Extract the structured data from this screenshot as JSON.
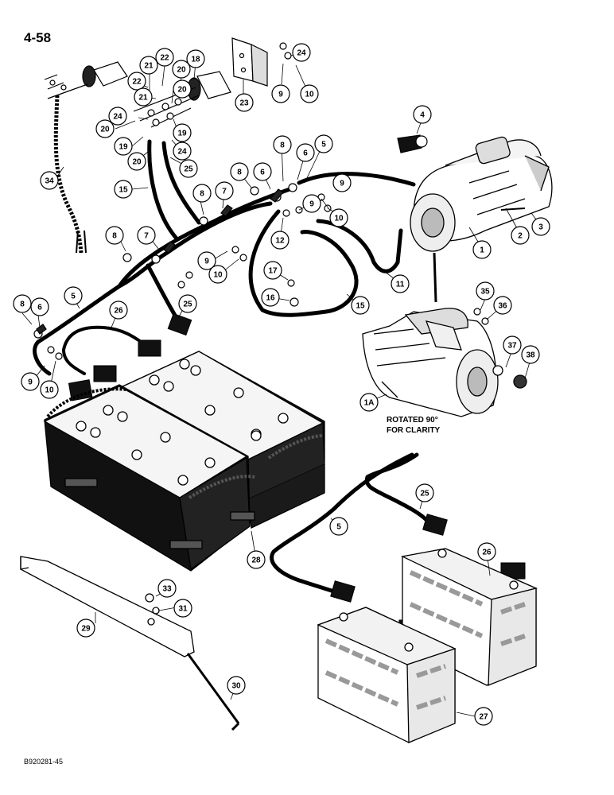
{
  "page": {
    "number": "4-58",
    "figure_code": "B920281-45"
  },
  "note": {
    "line1": "ROTATED 90°",
    "line2": "FOR CLARITY"
  },
  "callouts": [
    {
      "label": "34"
    },
    {
      "label": "21"
    },
    {
      "label": "22"
    },
    {
      "label": "18"
    },
    {
      "label": "22"
    },
    {
      "label": "20"
    },
    {
      "label": "21"
    },
    {
      "label": "20"
    },
    {
      "label": "24"
    },
    {
      "label": "20"
    },
    {
      "label": "19"
    },
    {
      "label": "19"
    },
    {
      "label": "24"
    },
    {
      "label": "20"
    },
    {
      "label": "23"
    },
    {
      "label": "24"
    },
    {
      "label": "9"
    },
    {
      "label": "10"
    },
    {
      "label": "25"
    },
    {
      "label": "15"
    },
    {
      "label": "8"
    },
    {
      "label": "6"
    },
    {
      "label": "5"
    },
    {
      "label": "4"
    },
    {
      "label": "8"
    },
    {
      "label": "6"
    },
    {
      "label": "9"
    },
    {
      "label": "9"
    },
    {
      "label": "10"
    },
    {
      "label": "8"
    },
    {
      "label": "7"
    },
    {
      "label": "12"
    },
    {
      "label": "8"
    },
    {
      "label": "7"
    },
    {
      "label": "2"
    },
    {
      "label": "3"
    },
    {
      "label": "1"
    },
    {
      "label": "9"
    },
    {
      "label": "10"
    },
    {
      "label": "17"
    },
    {
      "label": "11"
    },
    {
      "label": "16"
    },
    {
      "label": "15"
    },
    {
      "label": "5"
    },
    {
      "label": "25"
    },
    {
      "label": "35"
    },
    {
      "label": "36"
    },
    {
      "label": "8"
    },
    {
      "label": "6"
    },
    {
      "label": "26"
    },
    {
      "label": "37"
    },
    {
      "label": "38"
    },
    {
      "label": "9"
    },
    {
      "label": "10"
    },
    {
      "label": "1A"
    },
    {
      "label": "25"
    },
    {
      "label": "5"
    },
    {
      "label": "26"
    },
    {
      "label": "28"
    },
    {
      "label": "33"
    },
    {
      "label": "31"
    },
    {
      "label": "29"
    },
    {
      "label": "30"
    },
    {
      "label": "27"
    }
  ]
}
